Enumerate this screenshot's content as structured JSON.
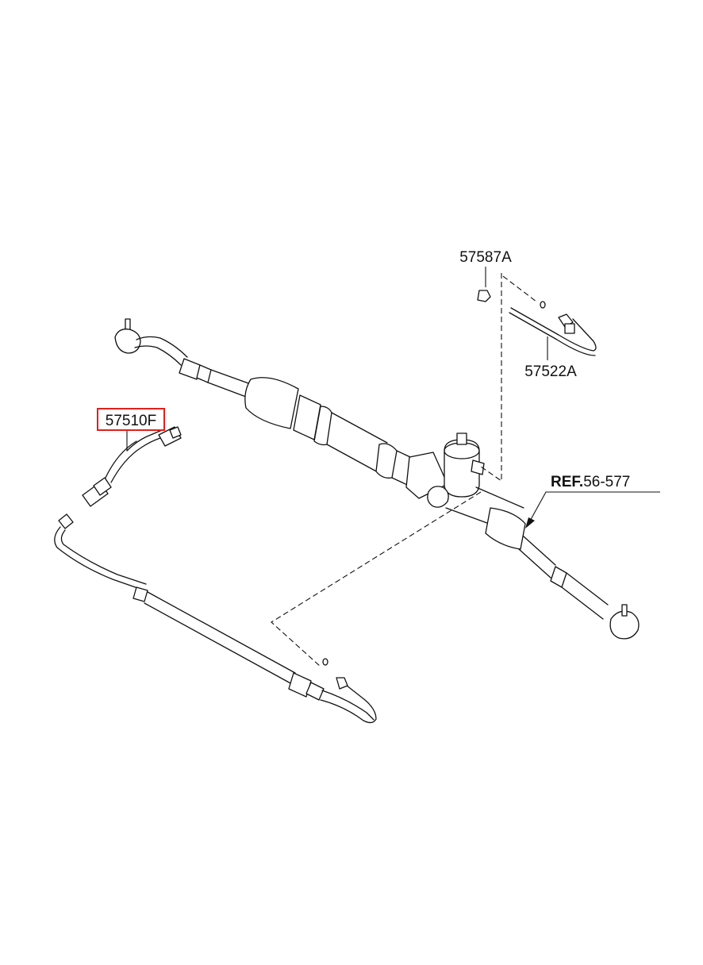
{
  "diagram": {
    "highlight_color": "#e0201c",
    "labels": {
      "clip": "57587A",
      "feed_tube": "57522A",
      "hose": "57510F",
      "ref_prefix": "REF.",
      "ref_number": "56-577"
    },
    "highlighted_part": "57510F"
  }
}
